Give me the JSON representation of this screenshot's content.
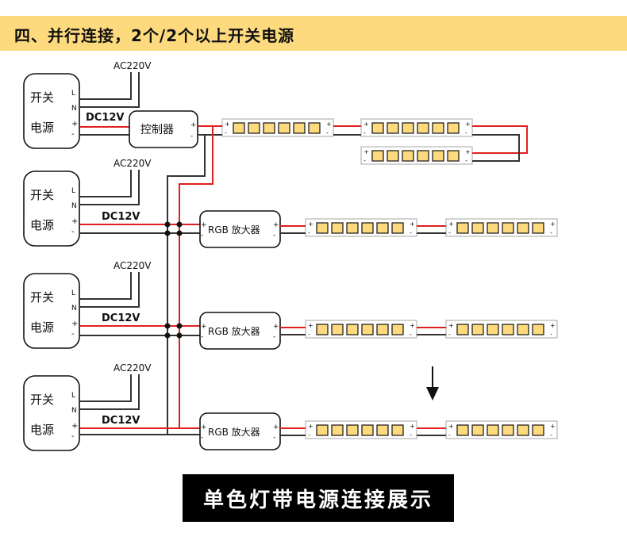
{
  "header": {
    "title": "四、并行连接，2个/2个以上开关电源"
  },
  "power_supply": {
    "name_top": "开关",
    "name_bottom": "电源",
    "l": "L",
    "n": "N",
    "plus": "+",
    "minus": "-",
    "ac_label": "AC220V",
    "dc_label": "DC12V"
  },
  "controller": {
    "label": "控制器"
  },
  "amplifier": {
    "label": "RGB 放大器"
  },
  "caption": {
    "label": "单色灯带电源连接展示"
  },
  "colors": {
    "header_bg": "#fdda7e",
    "led_fill": "#fdda7e",
    "wire_red": "#e02020",
    "wire_black": "#333333",
    "strip_border": "#b5b5b5"
  },
  "icons": {
    "arrow": "down-arrow-icon"
  }
}
